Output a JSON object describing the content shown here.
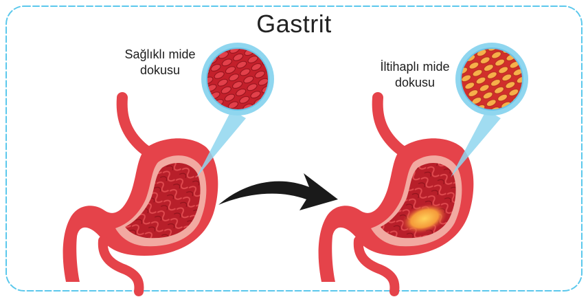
{
  "title": "Gastrit",
  "labels": {
    "healthy": [
      "Sağlıklı mide",
      "dokusu"
    ],
    "inflamed": [
      "İltihaplı mide",
      "dokusu"
    ]
  },
  "colors": {
    "frame_border": "#5bc8ec",
    "stomach_outer": "#e5434a",
    "stomach_inner": "#f2a9a1",
    "tissue": "#b81f2a",
    "inflamed_tissue": "#f4a33c",
    "magnifier_ring": "#8fd6ef",
    "arrow": "#1a1a1a"
  },
  "icons": [
    "stomach-illustration",
    "magnifier-circle",
    "curved-arrow"
  ]
}
